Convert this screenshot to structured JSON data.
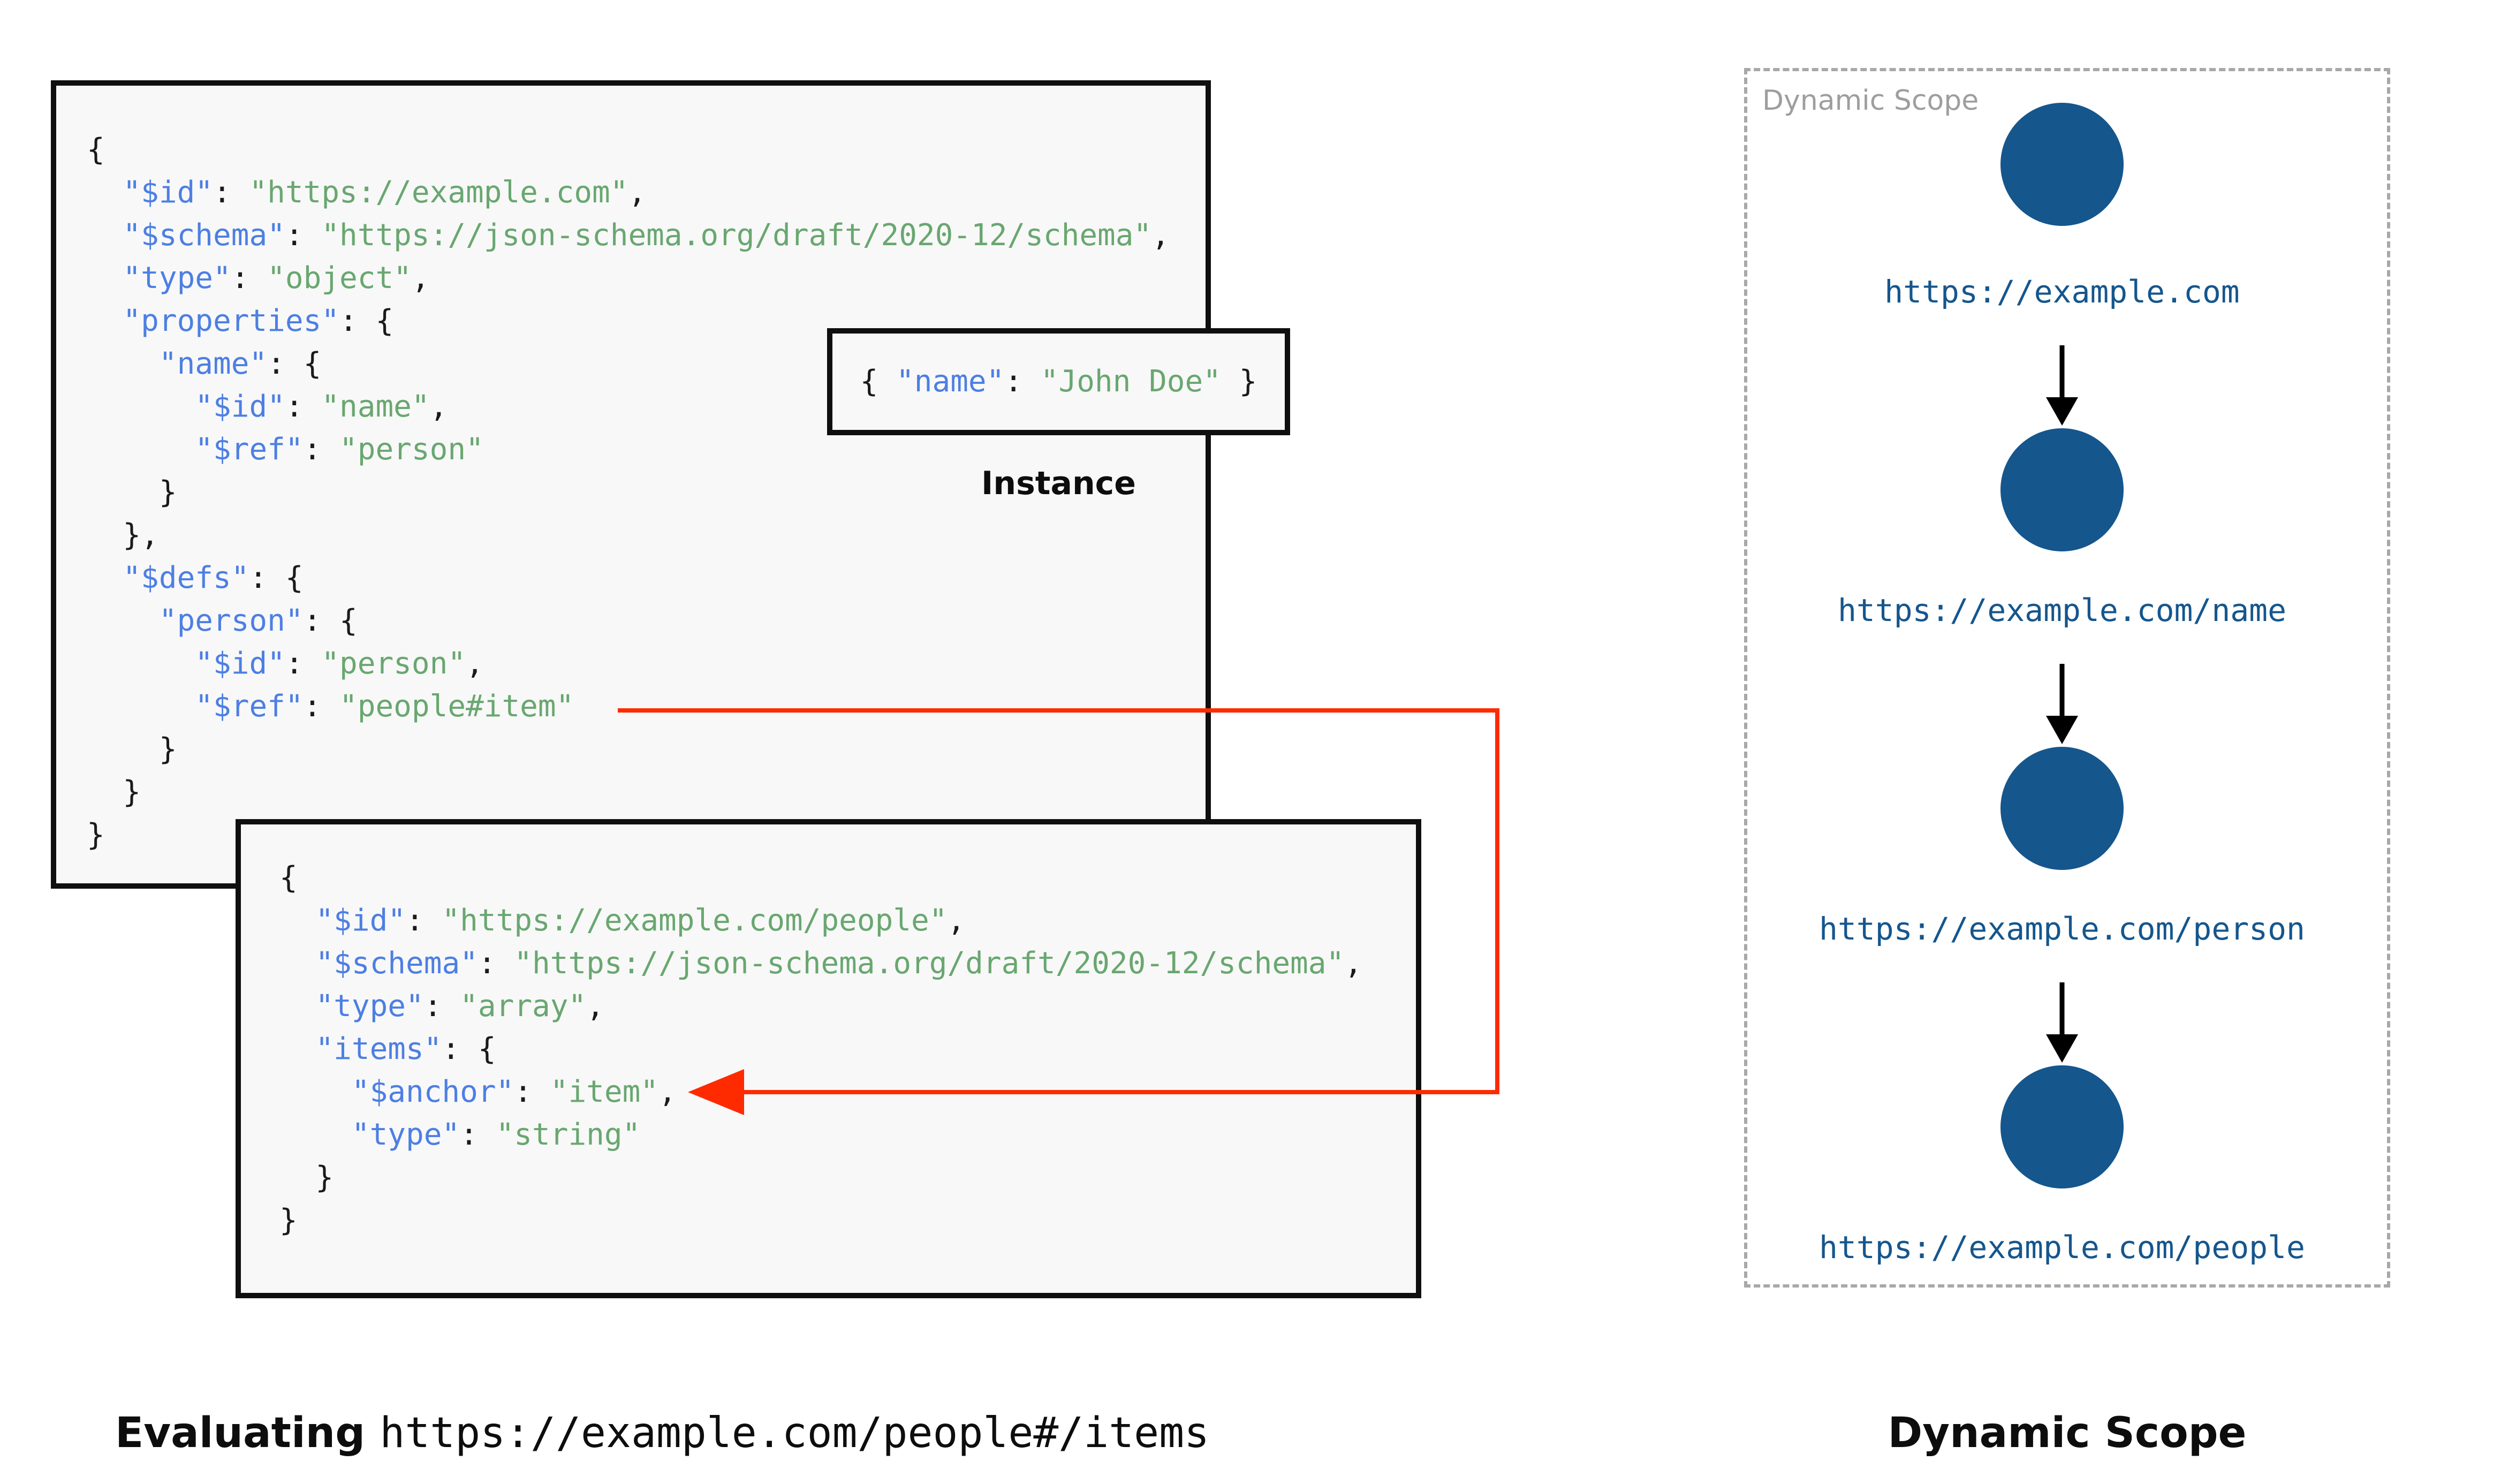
{
  "colors": {
    "key_blue": "#4D7FE3",
    "string_green": "#69A770",
    "punct": "#1A1A1A",
    "node_blue": "#15568D",
    "red": "#FE2B00",
    "gray_label": "#9E9E9E",
    "dash_border": "#A8A8A8",
    "box_bg": "#F8F8F8",
    "box_border": "#0F0F0F"
  },
  "schema1": {
    "lines": [
      [
        [
          "p",
          "{"
        ]
      ],
      [
        [
          "p",
          "  "
        ],
        [
          "k",
          "\"$id\""
        ],
        [
          "p",
          ": "
        ],
        [
          "s",
          "\"https://example.com\""
        ],
        [
          "p",
          ","
        ]
      ],
      [
        [
          "p",
          "  "
        ],
        [
          "k",
          "\"$schema\""
        ],
        [
          "p",
          ": "
        ],
        [
          "s",
          "\"https://json-schema.org/draft/2020-12/schema\""
        ],
        [
          "p",
          ","
        ]
      ],
      [
        [
          "p",
          "  "
        ],
        [
          "k",
          "\"type\""
        ],
        [
          "p",
          ": "
        ],
        [
          "s",
          "\"object\""
        ],
        [
          "p",
          ","
        ]
      ],
      [
        [
          "p",
          "  "
        ],
        [
          "k",
          "\"properties\""
        ],
        [
          "p",
          ": {"
        ]
      ],
      [
        [
          "p",
          "    "
        ],
        [
          "k",
          "\"name\""
        ],
        [
          "p",
          ": {"
        ]
      ],
      [
        [
          "p",
          "      "
        ],
        [
          "k",
          "\"$id\""
        ],
        [
          "p",
          ": "
        ],
        [
          "s",
          "\"name\""
        ],
        [
          "p",
          ","
        ]
      ],
      [
        [
          "p",
          "      "
        ],
        [
          "k",
          "\"$ref\""
        ],
        [
          "p",
          ": "
        ],
        [
          "s",
          "\"person\""
        ]
      ],
      [
        [
          "p",
          "    }"
        ]
      ],
      [
        [
          "p",
          "  },"
        ]
      ],
      [
        [
          "p",
          "  "
        ],
        [
          "k",
          "\"$defs\""
        ],
        [
          "p",
          ": {"
        ]
      ],
      [
        [
          "p",
          "    "
        ],
        [
          "k",
          "\"person\""
        ],
        [
          "p",
          ": {"
        ]
      ],
      [
        [
          "p",
          "      "
        ],
        [
          "k",
          "\"$id\""
        ],
        [
          "p",
          ": "
        ],
        [
          "s",
          "\"person\""
        ],
        [
          "p",
          ","
        ]
      ],
      [
        [
          "p",
          "      "
        ],
        [
          "k",
          "\"$ref\""
        ],
        [
          "p",
          ": "
        ],
        [
          "s",
          "\"people#item\""
        ]
      ],
      [
        [
          "p",
          "    }"
        ]
      ],
      [
        [
          "p",
          "  }"
        ]
      ],
      [
        [
          "p",
          "}"
        ]
      ]
    ]
  },
  "instance": {
    "label": "Instance",
    "lines": [
      [
        [
          "p",
          "{ "
        ],
        [
          "k",
          "\"name\""
        ],
        [
          "p",
          ": "
        ],
        [
          "s",
          "\"John Doe\""
        ],
        [
          "p",
          " }"
        ]
      ]
    ]
  },
  "schema2": {
    "lines": [
      [
        [
          "p",
          "{"
        ]
      ],
      [
        [
          "p",
          "  "
        ],
        [
          "k",
          "\"$id\""
        ],
        [
          "p",
          ": "
        ],
        [
          "s",
          "\"https://example.com/people\""
        ],
        [
          "p",
          ","
        ]
      ],
      [
        [
          "p",
          "  "
        ],
        [
          "k",
          "\"$schema\""
        ],
        [
          "p",
          ": "
        ],
        [
          "s",
          "\"https://json-schema.org/draft/2020-12/schema\""
        ],
        [
          "p",
          ","
        ]
      ],
      [
        [
          "p",
          "  "
        ],
        [
          "k",
          "\"type\""
        ],
        [
          "p",
          ": "
        ],
        [
          "s",
          "\"array\""
        ],
        [
          "p",
          ","
        ]
      ],
      [
        [
          "p",
          "  "
        ],
        [
          "k",
          "\"items\""
        ],
        [
          "p",
          ": {"
        ]
      ],
      [
        [
          "p",
          "    "
        ],
        [
          "k",
          "\"$anchor\""
        ],
        [
          "p",
          ": "
        ],
        [
          "s",
          "\"item\""
        ],
        [
          "p",
          ","
        ]
      ],
      [
        [
          "p",
          "    "
        ],
        [
          "k",
          "\"type\""
        ],
        [
          "p",
          ": "
        ],
        [
          "s",
          "\"string\""
        ]
      ],
      [
        [
          "p",
          "  }"
        ]
      ],
      [
        [
          "p",
          "}"
        ]
      ]
    ]
  },
  "scope": {
    "label": "Dynamic Scope",
    "nodes": [
      {
        "url": "https://example.com"
      },
      {
        "url": "https://example.com/name"
      },
      {
        "url": "https://example.com/person"
      },
      {
        "url": "https://example.com/people"
      }
    ]
  },
  "captions": {
    "evaluating_prefix": "Evaluating",
    "evaluating_url": "https://example.com/people#/items",
    "scope_title": "Dynamic Scope"
  }
}
